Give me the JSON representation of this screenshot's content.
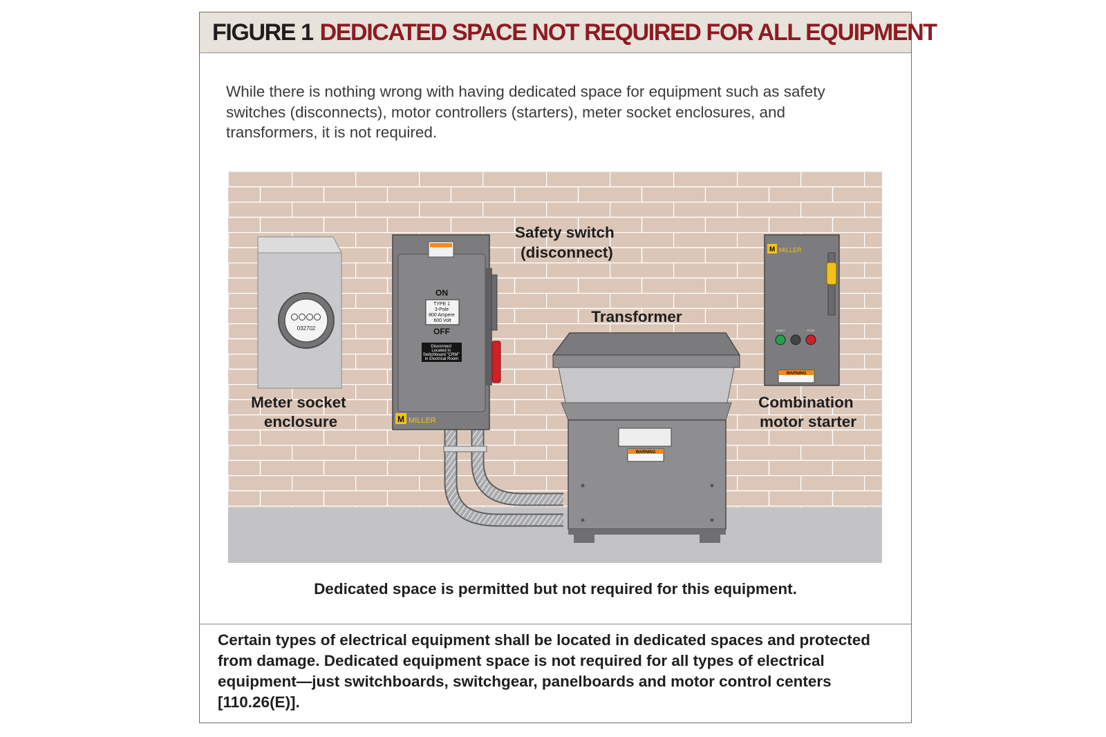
{
  "figure": {
    "number": "FIGURE 1",
    "title": "DEDICATED SPACE NOT REQUIRED FOR ALL EQUIPMENT",
    "intro": "While there is nothing wrong with having dedicated space for equipment such as safety switches (disconnects), motor controllers (starters), meter socket enclosures, and transformers, it is not required.",
    "caption": "Dedicated space is permitted but not required for this equipment.",
    "body": "Certain types of electrical equipment shall be located in dedicated spaces and protected from damage. Dedicated equipment space is not required for all types of electrical equipment—just switchboards, switchgear, panelboards and motor control centers [110.26(E)]."
  },
  "labels": {
    "safety_switch_1": "Safety switch",
    "safety_switch_2": "(disconnect)",
    "transformer": "Transformer",
    "meter_1": "Meter socket",
    "meter_2": "enclosure",
    "starter_1": "Combination",
    "starter_2": "motor starter"
  },
  "equipment_text": {
    "meter_number": "032702",
    "switch_on": "ON",
    "switch_off": "OFF",
    "switch_rating": [
      "TYPE 1",
      "3-Pole",
      "800 Ampere",
      "600 Volt"
    ],
    "switch_note": [
      "Disconnect",
      "Located in",
      "Switchboard \"CRM\"",
      "in Electrical Room"
    ],
    "brand_letter": "M",
    "brand_name": "MILLER",
    "warning": "WARNING",
    "start": "START",
    "stop": "STOP"
  },
  "colors": {
    "title_red": "#8e1b22",
    "wall": "#dbc6b8",
    "floor": "#c3c3c5",
    "equipment_gray": "#7c7c7e",
    "warning_orange": "#f18a21",
    "handle_red": "#d21f26",
    "brand_yellow": "#f2c218"
  }
}
